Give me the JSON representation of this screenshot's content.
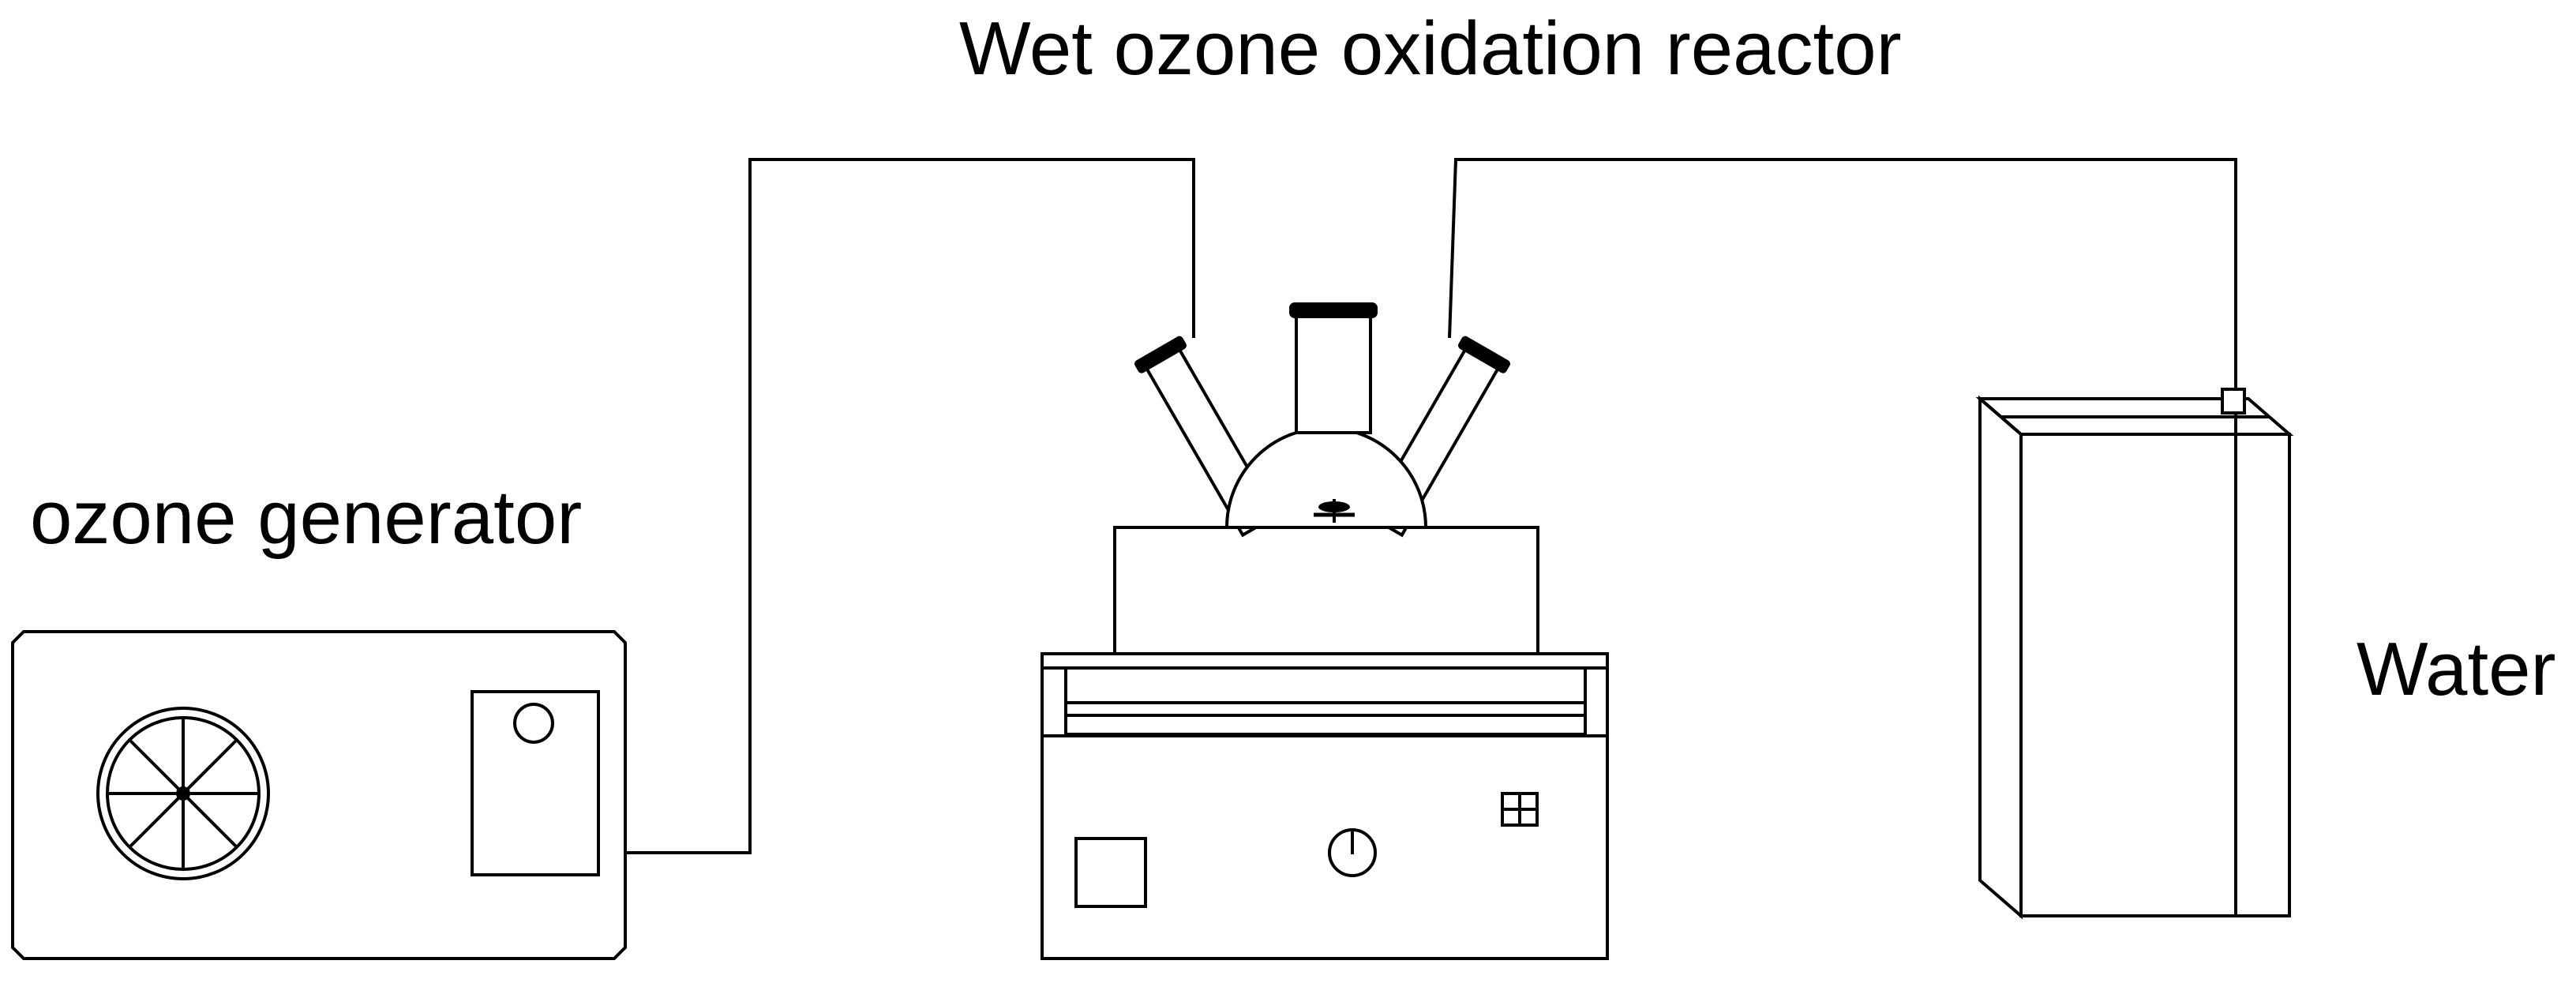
{
  "labels": {
    "reactor": "Wet ozone oxidation reactor",
    "generator": "ozone generator",
    "water": "Water"
  }
}
